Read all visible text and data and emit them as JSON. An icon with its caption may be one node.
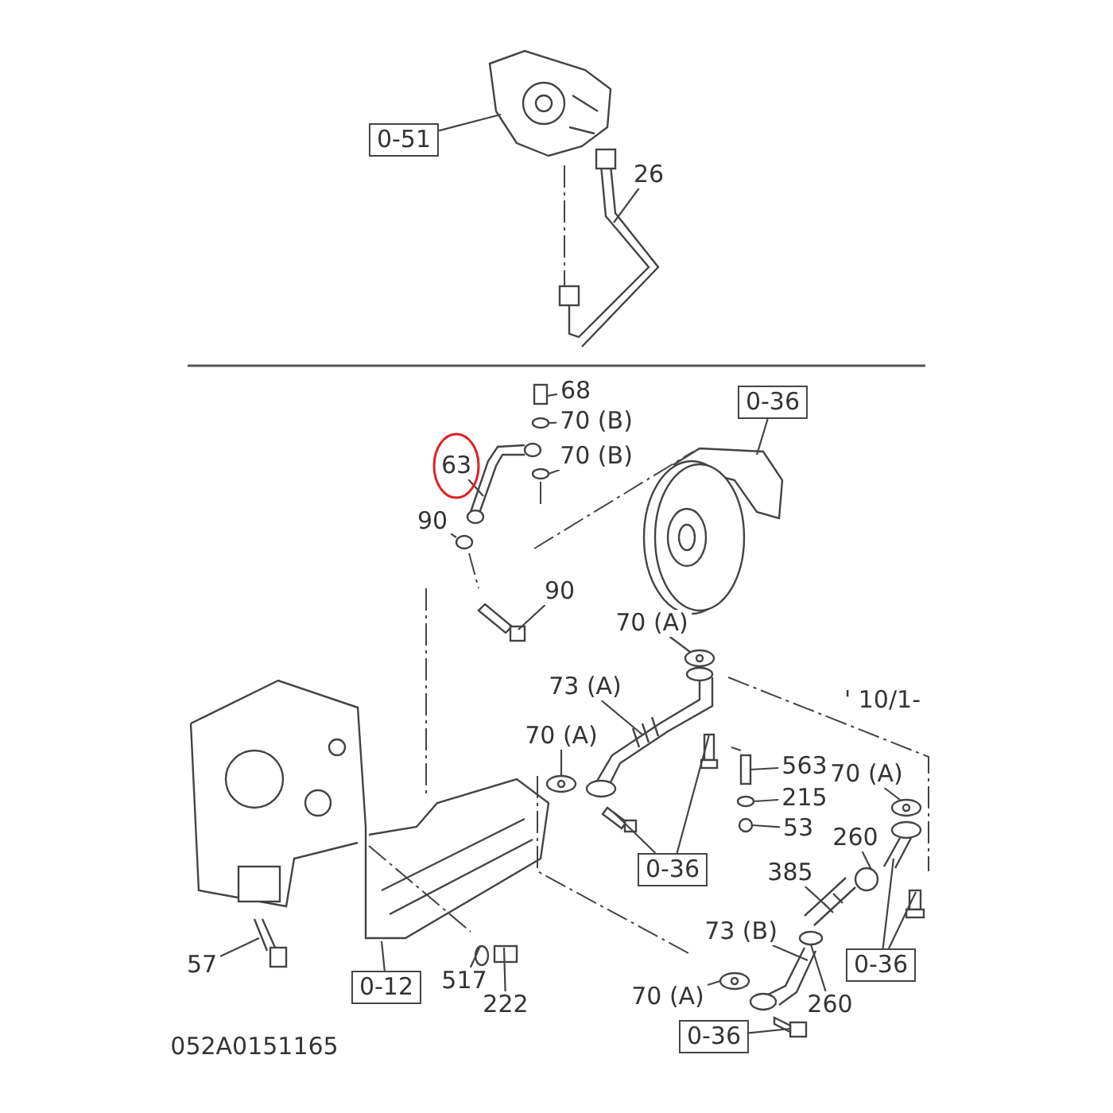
{
  "diagram": {
    "nodes": [
      {
        "text": [
          "0-51"
        ]
      },
      {
        "text": [
          "26"
        ]
      },
      {
        "text": [
          "68"
        ]
      },
      {
        "text": [
          "70 (B)"
        ]
      },
      {
        "text": [
          "70 (B)"
        ]
      },
      {
        "text": [
          "63"
        ]
      },
      {
        "text": [
          "90"
        ]
      },
      {
        "text": [
          "90"
        ]
      },
      {
        "text": [
          "0-36"
        ]
      },
      {
        "text": [
          "70 (A)"
        ]
      },
      {
        "text": [
          "73 (A)"
        ]
      },
      {
        "text": [
          "70 (A)"
        ]
      },
      {
        "text": [
          "563"
        ]
      },
      {
        "text": [
          "215"
        ]
      },
      {
        "text": [
          "53"
        ]
      },
      {
        "text": [
          "70 (A)"
        ]
      },
      {
        "text": [
          "260"
        ]
      },
      {
        "text": [
          "385"
        ]
      },
      {
        "text": [
          "0-36"
        ]
      },
      {
        "text": [
          "0-36"
        ]
      },
      {
        "text": [
          "73 (B)"
        ]
      },
      {
        "text": [
          "260"
        ]
      },
      {
        "text": [
          "70 (A)"
        ]
      },
      {
        "text": [
          "0-36"
        ]
      },
      {
        "text": [
          "57"
        ]
      },
      {
        "text": [
          "0-12"
        ]
      },
      {
        "text": [
          "517"
        ]
      },
      {
        "text": [
          "222"
        ]
      },
      {
        "text": [],
        "shape": "picture"
      },
      {
        "text": [],
        "shape": "picture"
      },
      {
        "text": [],
        "shape": "box"
      },
      {
        "text": [],
        "shape": "circle"
      },
      {
        "text": [],
        "shape": "circle"
      },
      {
        "text": [],
        "shape": "picture"
      },
      {
        "text": [],
        "shape": "circle"
      },
      {
        "text": [],
        "shape": "picture"
      },
      {
        "text": [],
        "shape": "picture"
      },
      {
        "text": [],
        "shape": "picture"
      },
      {
        "text": [],
        "shape": "picture"
      },
      {
        "text": [],
        "shape": "picture"
      },
      {
        "text": [],
        "shape": "box"
      },
      {
        "text": [],
        "shape": "circle"
      },
      {
        "text": [],
        "shape": "circle"
      },
      {
        "text": [],
        "shape": "picture"
      },
      {
        "text": [],
        "shape": "circle"
      },
      {
        "text": [],
        "shape": "picture"
      },
      {
        "text": [],
        "shape": "picture"
      },
      {
        "text": [],
        "shape": "picture"
      },
      {
        "text": [],
        "shape": "picture"
      },
      {
        "text": [],
        "shape": "picture"
      },
      {
        "text": [],
        "shape": "picture"
      },
      {
        "text": [],
        "shape": "circle"
      },
      {
        "text": [],
        "shape": "picture"
      },
      {
        "text": [],
        "shape": "picture"
      },
      {
        "text": [],
        "shape": "picture"
      },
      {
        "text": [],
        "shape": "picture"
      },
      {
        "text": [],
        "shape": "circle"
      },
      {
        "text": [],
        "shape": "box"
      }
    ],
    "edges": [
      {
        "from": 0,
        "to": 28,
        "arrow": "none"
      },
      {
        "from": 1,
        "to": 29,
        "arrow": "none"
      },
      {
        "from": 2,
        "to": 30,
        "arrow": "none"
      },
      {
        "from": 3,
        "to": 31,
        "arrow": "none"
      },
      {
        "from": 4,
        "to": 32,
        "arrow": "none"
      },
      {
        "from": 5,
        "to": 33,
        "arrow": "none"
      },
      {
        "from": 6,
        "to": 34,
        "arrow": "none"
      },
      {
        "from": 7,
        "to": 35,
        "arrow": "none"
      },
      {
        "from": 8,
        "to": 36,
        "arrow": "none"
      },
      {
        "from": 9,
        "to": 37,
        "arrow": "none"
      },
      {
        "from": 10,
        "to": 38,
        "arrow": "none"
      },
      {
        "from": 11,
        "to": 39,
        "arrow": "none"
      },
      {
        "from": 12,
        "to": 40,
        "arrow": "none"
      },
      {
        "from": 13,
        "to": 41,
        "arrow": "none"
      },
      {
        "from": 14,
        "to": 42,
        "arrow": "none"
      },
      {
        "from": 15,
        "to": 43,
        "arrow": "none"
      },
      {
        "from": 16,
        "to": 44,
        "arrow": "none"
      },
      {
        "from": 17,
        "to": 45,
        "arrow": "none"
      },
      {
        "from": 18,
        "to": 46,
        "arrow": "none"
      },
      {
        "from": 18,
        "to": 47,
        "arrow": "none"
      },
      {
        "from": 19,
        "to": 48,
        "arrow": "none"
      },
      {
        "from": 19,
        "to": 49,
        "arrow": "none"
      },
      {
        "from": 20,
        "to": 50,
        "arrow": "none"
      },
      {
        "from": 21,
        "to": 51,
        "arrow": "none"
      },
      {
        "from": 22,
        "to": 52,
        "arrow": "none"
      },
      {
        "from": 23,
        "to": 53,
        "arrow": "none"
      },
      {
        "from": 24,
        "to": 54,
        "arrow": "none"
      },
      {
        "from": 25,
        "to": 55,
        "arrow": "none"
      },
      {
        "from": 26,
        "to": 56,
        "arrow": "none"
      },
      {
        "from": 27,
        "to": 57,
        "arrow": "none"
      }
    ],
    "labels": [
      "' 10/1-",
      "052A0151165"
    ]
  }
}
